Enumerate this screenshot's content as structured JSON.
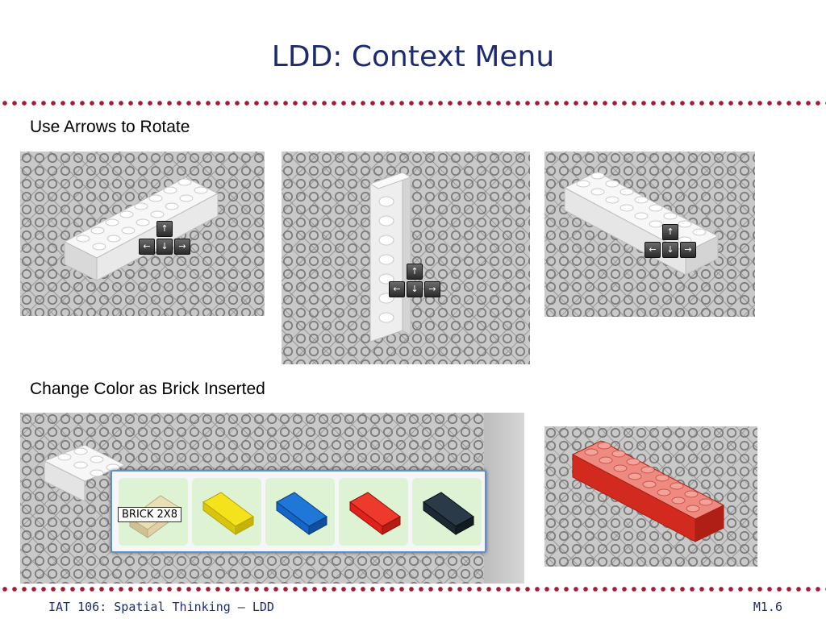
{
  "slide": {
    "title": "LDD: Context Menu",
    "section1_heading": "Use Arrows to Rotate",
    "section2_heading": "Change Color as Brick Inserted"
  },
  "tooltip": {
    "text": "BRICK 2X8"
  },
  "rotate_keys": {
    "up": "↑",
    "left": "←",
    "down": "↓",
    "right": "→"
  },
  "color_options": [
    {
      "name": "tan-brick-icon",
      "color": "#e9dfb7"
    },
    {
      "name": "yellow-brick-icon",
      "color": "#f4e21c"
    },
    {
      "name": "blue-brick-icon",
      "color": "#1565c8"
    },
    {
      "name": "red-brick-icon",
      "color": "#e3211c"
    },
    {
      "name": "black-brick-icon",
      "color": "#1c2833"
    }
  ],
  "footer": {
    "left": "IAT 106: Spatial Thinking – LDD",
    "right": "M1.6"
  },
  "colors": {
    "title": "#1f2b6f",
    "divider": "#a51c30",
    "popup_border": "#5d8fd0",
    "result_brick": "#d22a1e"
  }
}
